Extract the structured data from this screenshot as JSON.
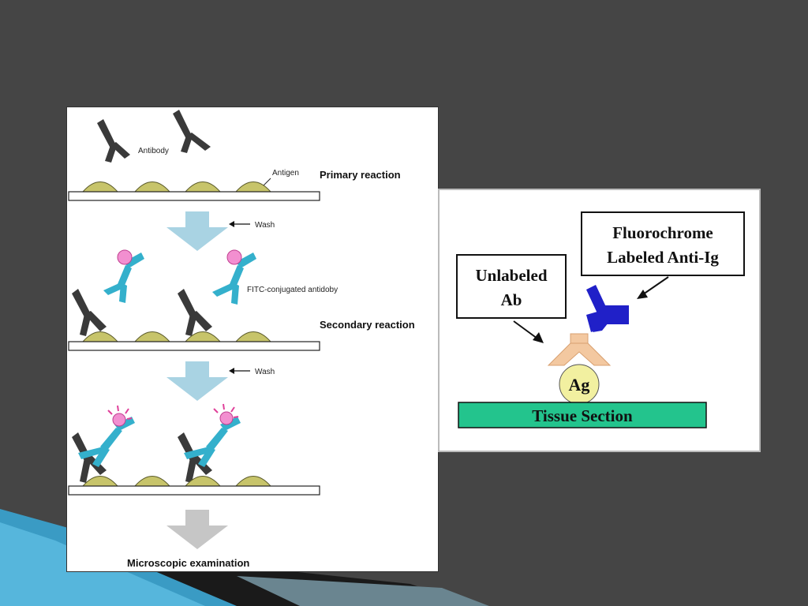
{
  "left_figure": {
    "antibody_label": "Antibody",
    "antigen_label": "Antigen",
    "primary_reaction": "Primary reaction",
    "wash_1": "Wash",
    "fitc_label": "FITC-conjugated antidoby",
    "secondary_reaction": "Secondary reaction",
    "wash_2": "Wash",
    "microscopic": "Microscopic examination"
  },
  "right_figure": {
    "fluoro_line1": "Fluorochrome",
    "fluoro_line2": "Labeled Anti-Ig",
    "unlabeled_line1": "Unlabeled",
    "unlabeled_line2": "Ab",
    "ag_label": "Ag",
    "tissue_label": "Tissue Section"
  },
  "colors": {
    "background": "#454545",
    "antigen": "#c7c46a",
    "primary_antibody": "#3a3a3a",
    "secondary_antibody": "#34b0cc",
    "fitc": "#f28fd0",
    "arrow_wash": "#a9d3e3",
    "arrow_final": "#c6c6c6",
    "tissue": "#23c48d",
    "anti_ig": "#2020c8",
    "unlabeled_ab": "#f3c8a0",
    "ag": "#f2f0a0"
  }
}
